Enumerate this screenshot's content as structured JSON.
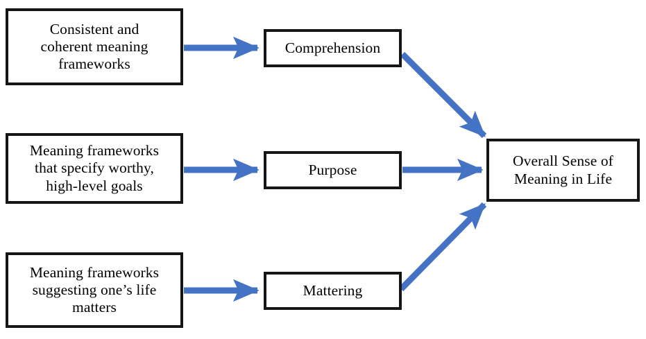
{
  "diagram": {
    "title": "Overall Sense of Meaning in Life model",
    "colors": {
      "arrow": "#4472C4",
      "box_border": "#161616",
      "box_fill": "#FFFFFF",
      "text": "#000000",
      "canvas": "#FFFFFF"
    },
    "antecedents": [
      {
        "id": "consistent-coherent",
        "label": "Consistent and\ncoherent meaning\nframeworks"
      },
      {
        "id": "worthy-goals",
        "label": "Meaning frameworks\nthat specify worthy,\nhigh-level goals"
      },
      {
        "id": "one-life-matters",
        "label": "Meaning frameworks\nsuggesting one’s life\nmatters"
      }
    ],
    "components": [
      {
        "id": "comprehension",
        "label": "Comprehension"
      },
      {
        "id": "purpose",
        "label": "Purpose"
      },
      {
        "id": "mattering",
        "label": "Mattering"
      }
    ],
    "outcome": {
      "id": "overall-meaning",
      "label": "Overall Sense of\nMeaning in Life"
    },
    "edges": [
      {
        "id": "edge-consistent-to-comprehension",
        "from": "consistent-coherent",
        "to": "comprehension",
        "style": "horizontal-arrow"
      },
      {
        "id": "edge-worthy-to-purpose",
        "from": "worthy-goals",
        "to": "purpose",
        "style": "horizontal-arrow"
      },
      {
        "id": "edge-matters-to-mattering",
        "from": "one-life-matters",
        "to": "mattering",
        "style": "horizontal-arrow"
      },
      {
        "id": "edge-comprehension-to-overall",
        "from": "comprehension",
        "to": "overall-meaning",
        "style": "diagonal-arrow-down"
      },
      {
        "id": "edge-purpose-to-overall",
        "from": "purpose",
        "to": "overall-meaning",
        "style": "horizontal-arrow"
      },
      {
        "id": "edge-mattering-to-overall",
        "from": "mattering",
        "to": "overall-meaning",
        "style": "diagonal-arrow-up"
      }
    ]
  }
}
